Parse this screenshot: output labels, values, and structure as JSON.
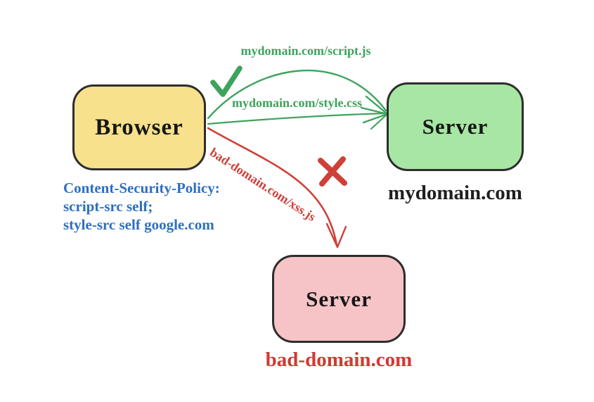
{
  "colors": {
    "bg": "#ffffff",
    "border": "#2d2d2d",
    "yellow-fill": "#f8e18c",
    "green-fill": "#a7e7a3",
    "pink-fill": "#f6c4c7",
    "green": "#3ea35c",
    "red": "#cf4038",
    "red-text": "#d03a31",
    "blue": "#2d6fc1",
    "black": "#1f1f1f"
  },
  "diagram": {
    "browser": {
      "label": "Browser"
    },
    "csp": {
      "lines": [
        "Content-Security-Policy:",
        "script-src self;",
        "style-src self google.com"
      ]
    },
    "allowed_server": {
      "label": "Server",
      "domain": "mydomain.com"
    },
    "blocked_server": {
      "label": "Server",
      "domain": "bad-domain.com"
    },
    "requests": {
      "script_js": "mydomain.com/script.js",
      "style_css": "mydomain.com/style.css",
      "xss_js": "bad-domain.com/xss.js"
    },
    "icons": {
      "allowed": "checkmark-icon",
      "blocked": "x-icon"
    }
  }
}
